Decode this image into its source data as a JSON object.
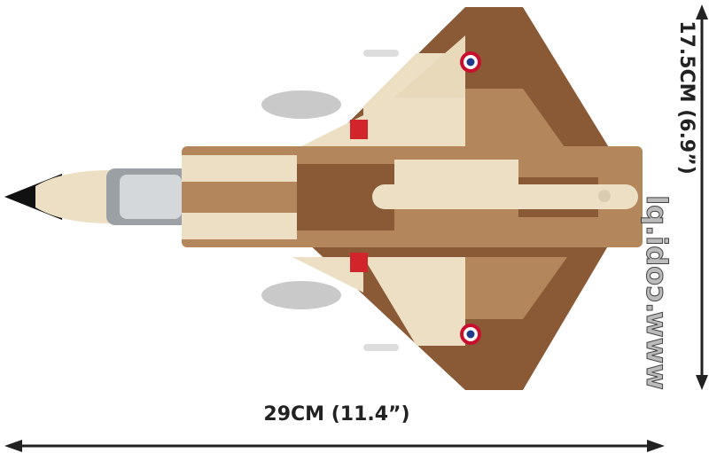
{
  "dimensions": {
    "length": "29CM (11.4”)",
    "width": "17.5CM (6.9”)"
  },
  "watermark": "www.cobi.pl",
  "colors": {
    "brown": "#8a5a36",
    "tan": "#b4865c",
    "sand": "#ecdfc4",
    "roundel_red": "#c8102e",
    "roundel_blue": "#1f3a8a"
  }
}
